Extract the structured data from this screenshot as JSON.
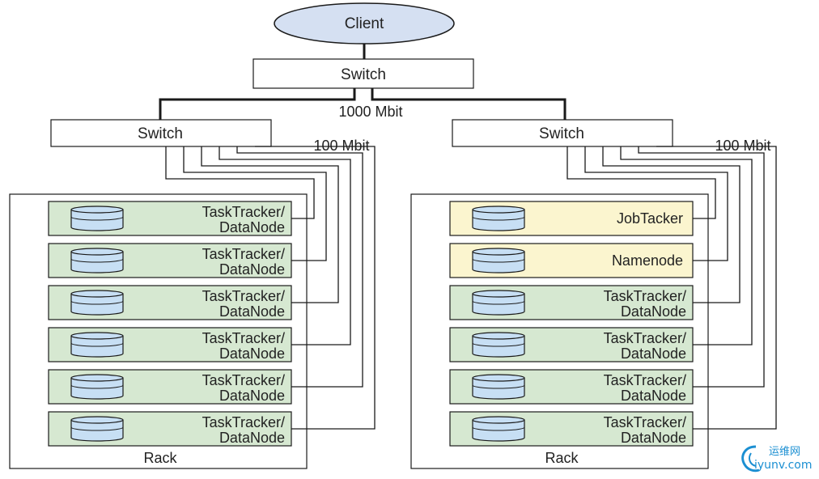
{
  "colors": {
    "client_fill": "#d5e0f2",
    "node_fill": "#d6e8d1",
    "master_fill": "#fbf5cf",
    "disk_fill": "#c7dff4",
    "line": "#1a1a1a",
    "watermark": "#1b8fd2"
  },
  "client": {
    "label": "Client",
    "icon": "ellipse"
  },
  "core_switch": {
    "label": "Switch",
    "uplink_label": "1000 Mbit"
  },
  "racks": [
    {
      "switch_label": "Switch",
      "link_label": "100 Mbit",
      "rack_label": "Rack",
      "nodes": [
        {
          "role": "worker",
          "line1": "TaskTracker/",
          "line2": "DataNode"
        },
        {
          "role": "worker",
          "line1": "TaskTracker/",
          "line2": "DataNode"
        },
        {
          "role": "worker",
          "line1": "TaskTracker/",
          "line2": "DataNode"
        },
        {
          "role": "worker",
          "line1": "TaskTracker/",
          "line2": "DataNode"
        },
        {
          "role": "worker",
          "line1": "TaskTracker/",
          "line2": "DataNode"
        },
        {
          "role": "worker",
          "line1": "TaskTracker/",
          "line2": "DataNode"
        }
      ]
    },
    {
      "switch_label": "Switch",
      "link_label": "100 Mbit",
      "rack_label": "Rack",
      "nodes": [
        {
          "role": "master",
          "line1": "JobTacker",
          "line2": ""
        },
        {
          "role": "master",
          "line1": "Namenode",
          "line2": ""
        },
        {
          "role": "worker",
          "line1": "TaskTracker/",
          "line2": "DataNode"
        },
        {
          "role": "worker",
          "line1": "TaskTracker/",
          "line2": "DataNode"
        },
        {
          "role": "worker",
          "line1": "TaskTracker/",
          "line2": "DataNode"
        },
        {
          "role": "worker",
          "line1": "TaskTracker/",
          "line2": "DataNode"
        }
      ]
    }
  ],
  "watermark": {
    "line1": "运维网",
    "line2": "iyunv.com",
    "icon": "cloud-logo-icon"
  }
}
